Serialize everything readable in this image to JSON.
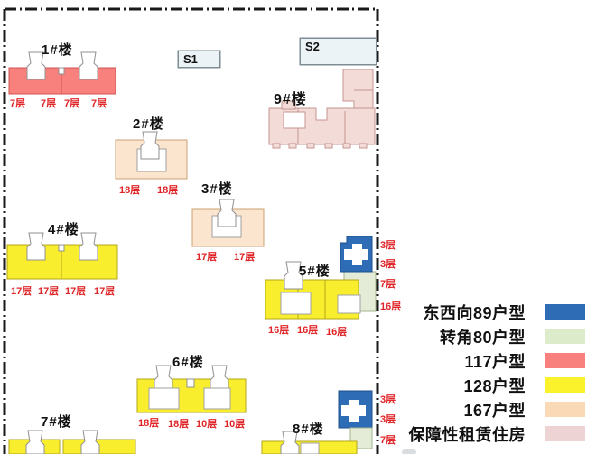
{
  "plan": {
    "parcel_labels": {
      "s1": "S1",
      "s2": "S2"
    },
    "buildings": {
      "b1": {
        "name": "1#楼",
        "floors": [
          "7层",
          "7层",
          "7层",
          "7层"
        ]
      },
      "b2": {
        "name": "2#楼",
        "floors": [
          "18层",
          "18层"
        ]
      },
      "b3": {
        "name": "3#楼",
        "floors": [
          "17层",
          "17层"
        ]
      },
      "b4": {
        "name": "4#楼",
        "floors": [
          "17层",
          "17层",
          "17层",
          "17层"
        ]
      },
      "b5": {
        "name": "5#楼",
        "floors": [
          "16层",
          "16层",
          "16层"
        ],
        "side_floors": [
          "3层",
          "3层",
          "7层",
          "16层"
        ]
      },
      "b6": {
        "name": "6#楼",
        "floors": [
          "18层",
          "18层",
          "10层",
          "10层"
        ]
      },
      "b7": {
        "name": "7#楼"
      },
      "b8": {
        "name": "8#楼",
        "side_floors": [
          "3层",
          "3层",
          "7层"
        ]
      },
      "b9": {
        "name": "9#楼"
      }
    }
  },
  "legend": {
    "items": [
      {
        "label": "东西向89户型",
        "color": "#2e6cb5"
      },
      {
        "label": "转角80户型",
        "color": "#dcecca"
      },
      {
        "label": "117户型",
        "color": "#f8807d"
      },
      {
        "label": "128户型",
        "color": "#fcf22c"
      },
      {
        "label": "167户型",
        "color": "#f9d9b6"
      },
      {
        "label": "保障性租赁住房",
        "color": "#eed3d5"
      }
    ]
  }
}
